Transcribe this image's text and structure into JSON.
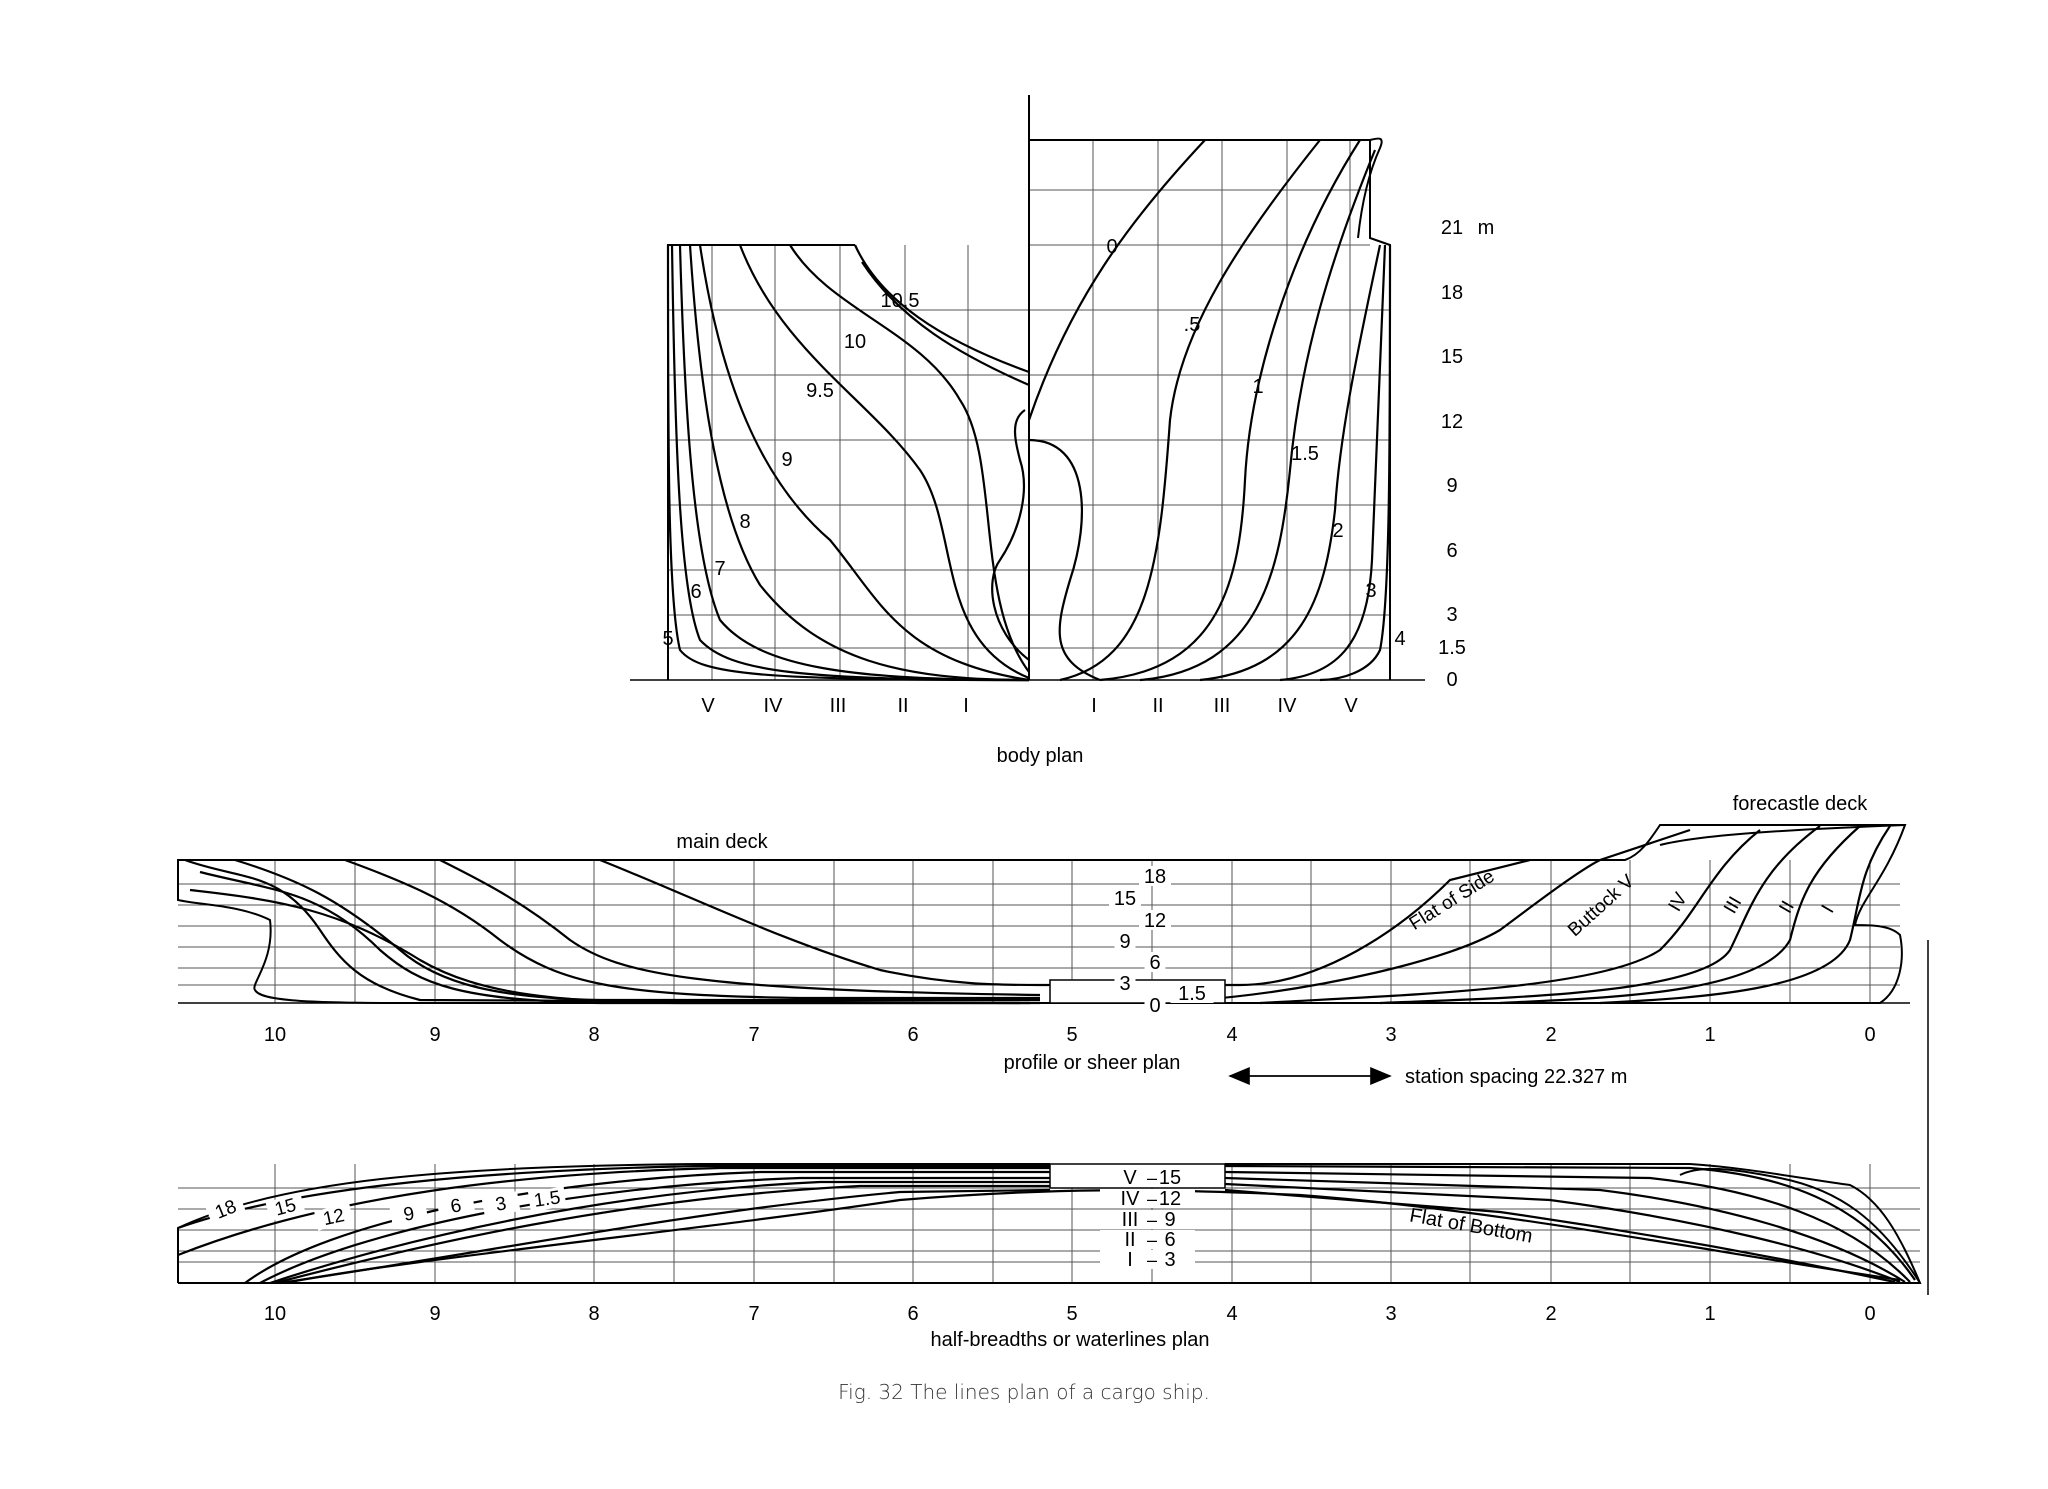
{
  "caption": "Fig. 32   The lines plan of a cargo ship.",
  "body_plan": {
    "title": "body plan",
    "height_unit": "m",
    "height_labels": [
      "21",
      "18",
      "15",
      "12",
      "9",
      "6",
      "3",
      "1.5",
      "0"
    ],
    "aft_station_labels": [
      "5",
      "6",
      "7",
      "8",
      "9",
      "9.5",
      "10",
      "10.5"
    ],
    "fore_station_labels": [
      "0",
      ".5",
      "1",
      "1.5",
      "2",
      "3",
      "4"
    ],
    "buttock_labels_left": [
      "V",
      "IV",
      "III",
      "II",
      "I"
    ],
    "buttock_labels_right": [
      "I",
      "II",
      "III",
      "IV",
      "V"
    ]
  },
  "profile_plan": {
    "title": "profile or sheer plan",
    "main_deck_label": "main deck",
    "forecastle_label": "forecastle deck",
    "waterline_labels": [
      "18",
      "15",
      "12",
      "9",
      "6",
      "3",
      "1.5",
      "0"
    ],
    "station_labels": [
      "10",
      "9",
      "8",
      "7",
      "6",
      "5",
      "4",
      "3",
      "2",
      "1",
      "0"
    ],
    "flat_of_side_label": "Flat of Side",
    "buttock_labels": [
      "Buttock V",
      "IV",
      "III",
      "II",
      "I"
    ],
    "station_spacing_label": "station spacing 22.327 m"
  },
  "halfbreadth_plan": {
    "title": "half-breadths or waterlines plan",
    "buttock_labels": [
      "V",
      "IV",
      "III",
      "II",
      "I"
    ],
    "breadth_labels": [
      "15",
      "12",
      "9",
      "6",
      "3"
    ],
    "waterline_labels": [
      "18",
      "15",
      "12",
      "9",
      "6",
      "3",
      "1.5"
    ],
    "flat_of_bottom_label": "Flat of Bottom",
    "station_labels": [
      "10",
      "9",
      "8",
      "7",
      "6",
      "5",
      "4",
      "3",
      "2",
      "1",
      "0"
    ]
  }
}
